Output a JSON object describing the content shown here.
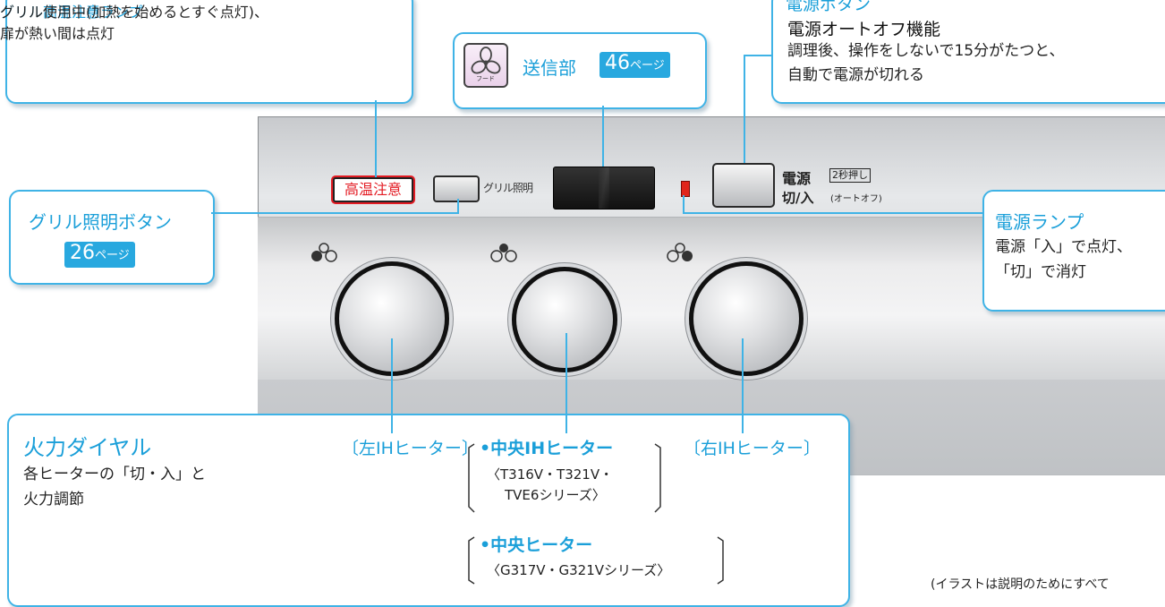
{
  "panel": {
    "temp_badge": "高温注意",
    "grill_light_label": "グリル照明",
    "power_label_line1": "電源",
    "power_label_2sec": "2秒押し",
    "power_label_line2": "切/入",
    "power_label_auto": "(オートオフ)"
  },
  "callouts": {
    "grill_temp_lamp": {
      "title": "グリル高温注意ランプ",
      "desc_line1": "グリル使用中(加熱を始めるとすぐ点灯)、",
      "desc_line2": "扉が熱い間は点灯"
    },
    "sender": {
      "icon_text": "フード",
      "title": "送信部",
      "page_num": "46",
      "page_suffix": "ページ"
    },
    "power_button": {
      "title": "電源ボタン",
      "subtitle": "電源オートオフ機能",
      "desc_line1": "調理後、操作をしないで15分がたつと、",
      "desc_line2": "自動で電源が切れる"
    },
    "grill_light_button": {
      "title": "グリル照明ボタン",
      "page_num": "26",
      "page_suffix": "ページ"
    },
    "power_lamp": {
      "title": "電源ランプ",
      "desc_line1": "電源「入」で点灯、",
      "desc_line2": "「切」で消灯"
    },
    "dial": {
      "title": "火力ダイヤル",
      "desc_line1": "各ヒーターの「切・入」と",
      "desc_line2": "火力調節",
      "left_label": "〔左IHヒーター〕",
      "right_label": "〔右IHヒーター〕",
      "center_ih_label": "•中央IHヒーター",
      "center_ih_models_line1": "〈T316V・T321V・",
      "center_ih_models_line2": "TVE6シリーズ〉",
      "center_label": "•中央ヒーター",
      "center_models": "〈G317V・G321Vシリーズ〉"
    }
  },
  "note": "(イラストは説明のためにすべて",
  "colors": {
    "accent_cyan": "#1a9fd9",
    "callout_border": "#3fb3e6",
    "page_tag_bg": "#28a8df",
    "warning_red": "#e31b23"
  }
}
